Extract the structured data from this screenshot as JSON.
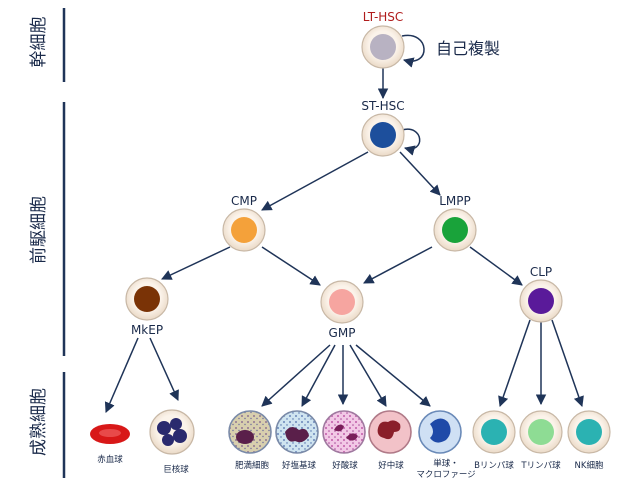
{
  "stages": {
    "stem": "幹細胞",
    "progenitor": "前駆細胞",
    "mature": "成熟細胞"
  },
  "nodes": {
    "lt_hsc": "LT-HSC",
    "self_renewal": "自己複製",
    "st_hsc": "ST-HSC",
    "cmp": "CMP",
    "lmpp": "LMPP",
    "mkep": "MkEP",
    "gmp": "GMP",
    "clp": "CLP"
  },
  "mature_cells": {
    "erythrocyte": "赤血球",
    "megakaryocyte": "巨核球",
    "mast_cell": "肥満細胞",
    "basophil": "好塩基球",
    "eosinophil": "好酸球",
    "neutrophil": "好中球",
    "monocyte_line1": "単球・",
    "monocyte_line2": "マクロファージ",
    "b_cell": "Bリンパ球",
    "t_cell": "Tリンパ球",
    "nk_cell": "NK細胞"
  },
  "colors": {
    "lt_hsc": "#b8b2c2",
    "lt_hsc_label": "#b01c1c",
    "st_hsc": "#1d4f9c",
    "cmp": "#f4a13a",
    "lmpp": "#19a33a",
    "mkep": "#7a3306",
    "gmp": "#f6a5a0",
    "clp": "#5a1a9a",
    "erythrocyte": "#d81818",
    "megakaryocyte": "#2a2a6e",
    "b_cell": "#2bb2b2",
    "t_cell": "#8edc94",
    "nk_cell": "#2bb2b2",
    "line": "#1f3458"
  }
}
